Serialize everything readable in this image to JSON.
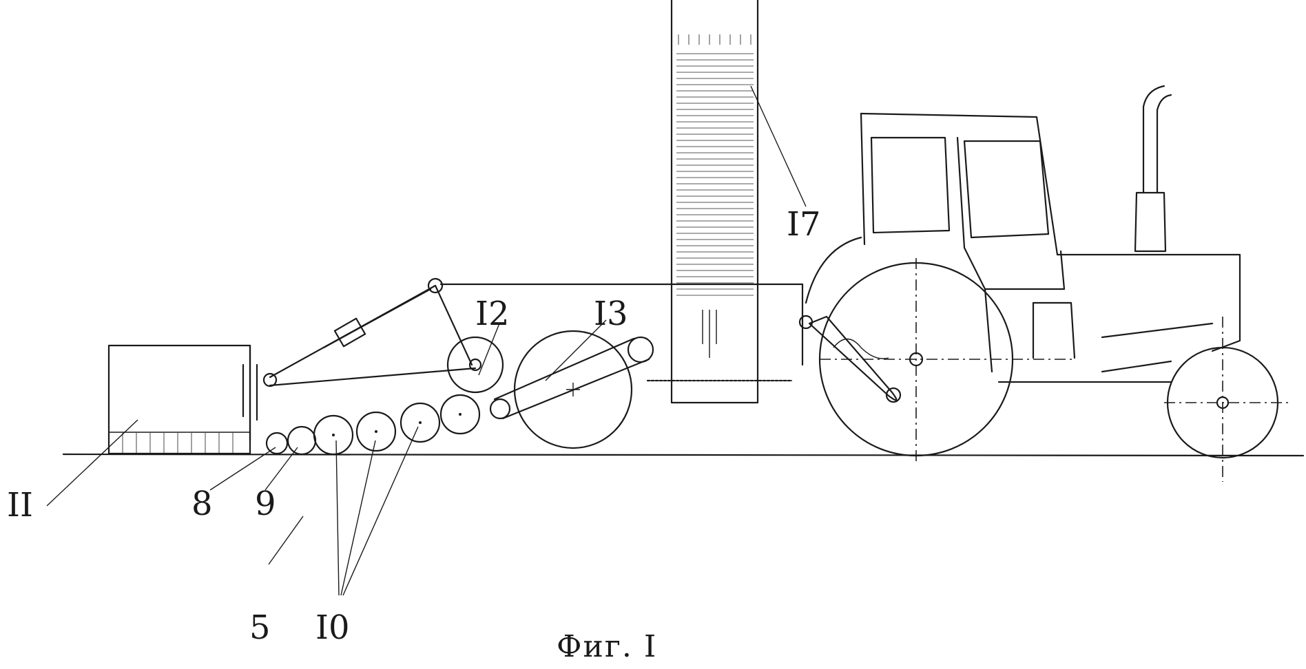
{
  "figure": {
    "caption": "Фиг. I",
    "labels": {
      "l5": "5",
      "l8": "8",
      "l9": "9",
      "l10": "I0",
      "l11": "II",
      "l12": "I2",
      "l13": "I3",
      "l17": "I7"
    }
  }
}
